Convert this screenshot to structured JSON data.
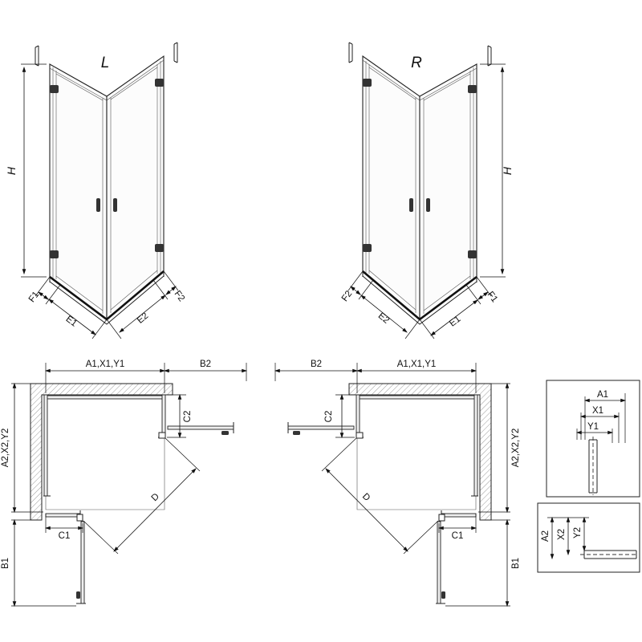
{
  "iso_left": {
    "title": "L",
    "h": "H",
    "f1": "F1",
    "e1": "E1",
    "e2": "E2",
    "f2": "F2"
  },
  "iso_right": {
    "title": "R",
    "h": "H",
    "f1": "F1",
    "e1": "E1",
    "e2": "E2",
    "f2": "F2"
  },
  "plan_left": {
    "top": "A1,X1,Y1",
    "b2": "B2",
    "c2": "C2",
    "side": "A2,X2,Y2",
    "c1": "C1",
    "b1": "B1",
    "d": "D"
  },
  "plan_right": {
    "top": "A1,X1,Y1",
    "b2": "B2",
    "c2": "C2",
    "side": "A2,X2,Y2",
    "c1": "C1",
    "b1": "B1",
    "d": "D"
  },
  "detail_top": {
    "a1": "A1",
    "x1": "X1",
    "y1": "Y1"
  },
  "detail_bottom": {
    "a2": "A2",
    "x2": "X2",
    "y2": "Y2"
  },
  "colors": {
    "line": "#111111",
    "hatch": "#9a9a9a",
    "glass_fill": "#efefef"
  }
}
